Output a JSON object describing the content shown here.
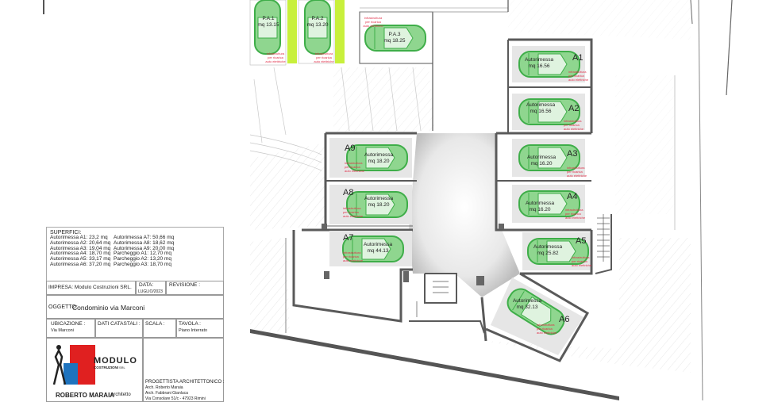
{
  "parking_outdoor": [
    {
      "id": "pa1",
      "name": "P.A.1",
      "area": "mq 13.15",
      "note": [
        "infrastruttura",
        "per ricarica",
        "auto elettriche"
      ]
    },
    {
      "id": "pa2",
      "name": "P.A.2",
      "area": "mq 13.20",
      "note": [
        "infrastruttura",
        "per ricarica",
        "auto elettriche"
      ]
    },
    {
      "id": "pa3",
      "name": "P.A.3",
      "area": "mq 18.25",
      "note": [
        "infrastruttura",
        "per ricarica",
        "auto elettriche"
      ]
    }
  ],
  "garages": [
    {
      "id": "A1",
      "label": "Autorimessa",
      "area": "mq 16.56"
    },
    {
      "id": "A2",
      "label": "Autorimessa",
      "area": "mq 16.56"
    },
    {
      "id": "A3",
      "label": "Autorimessa",
      "area": "mq 16.20"
    },
    {
      "id": "A4",
      "label": "Autorimessa",
      "area": "mq 16.20"
    },
    {
      "id": "A5",
      "label": "Autorimessa",
      "area": "mq 25.82"
    },
    {
      "id": "A6",
      "label": "Autorimessa",
      "area": "mq 32.13"
    },
    {
      "id": "A7",
      "label": "Autorimessa",
      "area": "mq 44.13"
    },
    {
      "id": "A8",
      "label": "Autorimessa",
      "area": "mq 18.20"
    },
    {
      "id": "A9",
      "label": "Autorimessa",
      "area": "mq 18.20"
    }
  ],
  "ev_note": [
    "infrastruttura",
    "per ricarica",
    "auto elettriche"
  ],
  "superfici": {
    "title": "SUPERFICI:",
    "col1": [
      "Autorimessa A1: 23,2 mq",
      "Autorimessa A2: 20,64 mq",
      "Autorimessa A3: 19,04 mq",
      "Autorimessa A4: 18,70 mq",
      "Autorimessa A5: 33,17 mq",
      "Autorimessa A6: 37,20 mq"
    ],
    "col2": [
      "Autorimessa A7: 50,66 mq",
      "Autorimessa A8: 18,62 mq",
      "Autorimessa A9: 20,00 mq",
      "Parcheggio A1: 12,70 mq",
      "Parcheggio A2: 13,20 mq",
      "Parcheggio A3: 18,70 mq"
    ]
  },
  "title_block": {
    "impresa": "IMPRESA: Modulo Costruzioni SRL.",
    "data_label": "DATA:",
    "data_value": "LUGLIO/2023",
    "revisione": "REVISIONE :",
    "oggetto_label": "OGGETTO:",
    "oggetto_value": "Condominio via Marconi",
    "ubicazione_label": "UBICAZIONE :",
    "ubicazione_value": "Via Marconi",
    "catastali_label": "DATI CATASTALI :",
    "scala_label": "SCALA :",
    "tavola_label": "TAVOLA :",
    "tavola_value": "Piano Interrato",
    "logo_text": "MODULO",
    "logo_sub": "COSTRUZIONI",
    "logo_suffix": "SRL",
    "architect_name": "ROBERTO MARAIA",
    "architect_title": "architetto",
    "progettista_label": "PROGETTISTA ARCHITETTONICO :",
    "progettista_lines": [
      "Arch. Roberto Maraia",
      "Arch. Fabbrani Gianluca",
      "Via Consolare 51/c - 47923 Rimini"
    ]
  },
  "colors": {
    "car_green": "#3fae49",
    "car_fill": "#8fd68f",
    "bay_fill": "#e6e6e6",
    "wall": "#5a5a5a",
    "lime": "#c8f03c",
    "ev_red": "#e0304a"
  }
}
